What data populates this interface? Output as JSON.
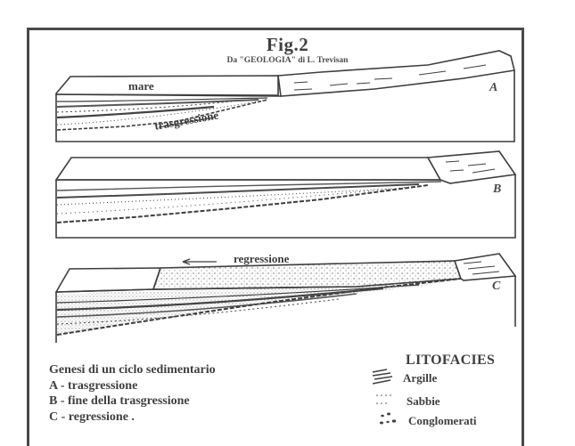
{
  "figure": {
    "title": "Fig.2",
    "subtitle": "Da \"GEOLOGIA\" di L. Trevisan"
  },
  "panels": [
    {
      "id": "A",
      "letter": "A",
      "labels": {
        "sea": "mare",
        "arrow_label": "trasgressione"
      },
      "arrow_direction": "right"
    },
    {
      "id": "B",
      "letter": "B",
      "labels": {}
    },
    {
      "id": "C",
      "letter": "C",
      "labels": {
        "arrow_label": "regressione"
      },
      "arrow_direction": "left"
    }
  ],
  "caption": {
    "heading": "Genesi di un ciclo sedimentario",
    "lines": [
      "A - trasgressione",
      "B - fine della trasgressione",
      "C - regressione ."
    ]
  },
  "legend": {
    "title": "LITOFACIES",
    "items": [
      {
        "label": "Argille",
        "icon": "clay-hatching-icon"
      },
      {
        "label": "Sabbie",
        "icon": "sand-dots-icon"
      },
      {
        "label": "Conglomerati",
        "icon": "conglomerate-pebbles-icon"
      }
    ]
  },
  "colors": {
    "ink": "#404040",
    "paper": "#ffffff",
    "stipple": "#8a8a8a"
  }
}
